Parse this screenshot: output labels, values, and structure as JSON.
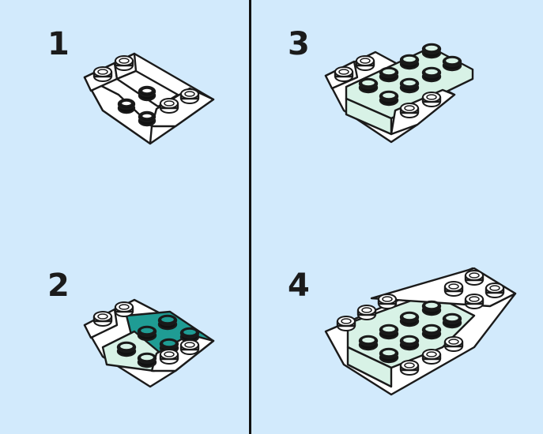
{
  "steps": [
    {
      "number": "1"
    },
    {
      "number": "2"
    },
    {
      "number": "3"
    },
    {
      "number": "4"
    }
  ],
  "colors": {
    "background": "#d2eafc",
    "divider": "#111111",
    "brick_white": "#ffffff",
    "brick_light_mint": "#d8f2e6",
    "brick_teal": "#1f9c94",
    "outline": "#1a1a1a"
  },
  "icons": [
    "brick-step-1-icon",
    "brick-step-2-icon",
    "brick-step-3-icon",
    "brick-step-4-icon"
  ]
}
